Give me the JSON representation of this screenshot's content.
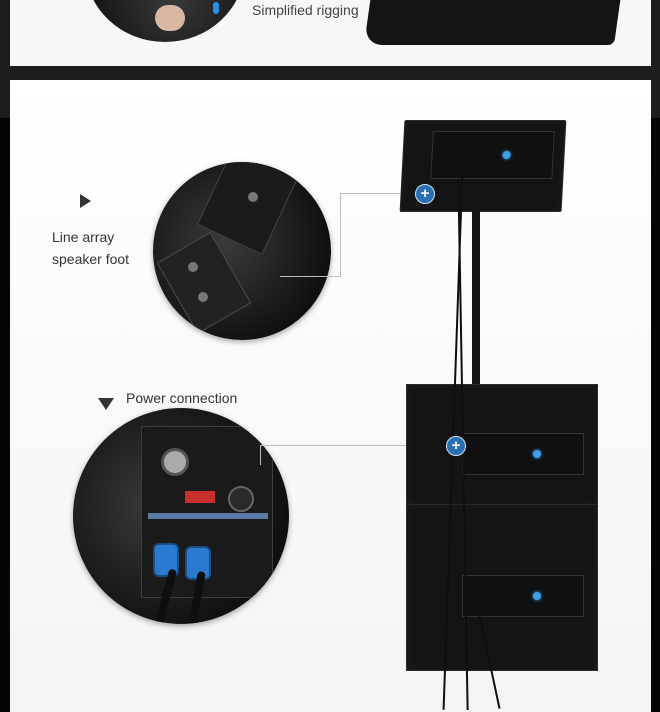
{
  "top_caption": "Simplified rigging",
  "callouts": {
    "foot_label_line1": "Line array",
    "foot_label_line2": "speaker foot",
    "power_label": "Power connection",
    "plus_symbol": "+"
  },
  "icons": {
    "arrow_right": "triangle-right-icon",
    "arrow_down": "triangle-down-icon",
    "plus": "plus-icon"
  },
  "colors": {
    "accent_blue": "#2a6fb5",
    "led_blue": "#3aa0e8",
    "panel_bg": "#f7f7f8",
    "frame_bg": "#1d1d1d"
  }
}
